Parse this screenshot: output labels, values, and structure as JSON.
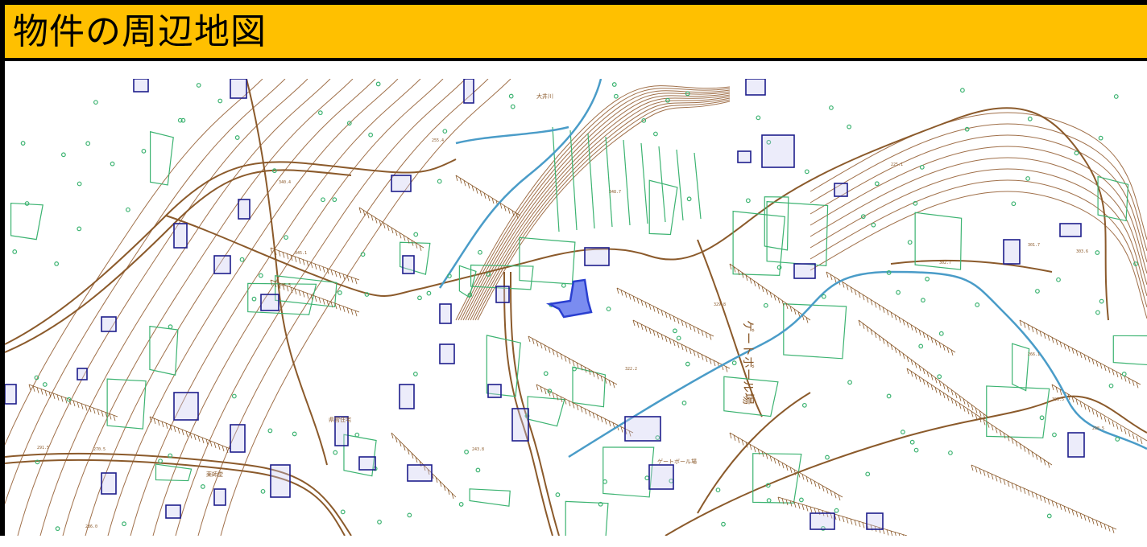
{
  "header": {
    "title": "物件の周辺地図",
    "bar_color": "#ffc000"
  },
  "map": {
    "colors": {
      "contour": "#a0704a",
      "road": "#8b5a2b",
      "parcel": "#3cb371",
      "building": "#1e1e8c",
      "building_fill": "#c8c8f0",
      "river": "#4a9cc8",
      "target": "#2a3fd0"
    },
    "labels": [
      {
        "text": "ゲートボール場"
      },
      {
        "text": "ゲートボール場"
      },
      {
        "text": "薬師堂"
      },
      {
        "text": "県営住宅"
      },
      {
        "text": "大井川"
      }
    ],
    "elevations": [
      "255.4",
      "340.4",
      "345.1",
      "345.5",
      "348.7",
      "322.2",
      "329.8",
      "301.7",
      "225.1",
      "270.5",
      "291.5",
      "298.5",
      "266.1",
      "303.6",
      "302.7",
      "303.5",
      "286.0",
      "243.8"
    ]
  }
}
